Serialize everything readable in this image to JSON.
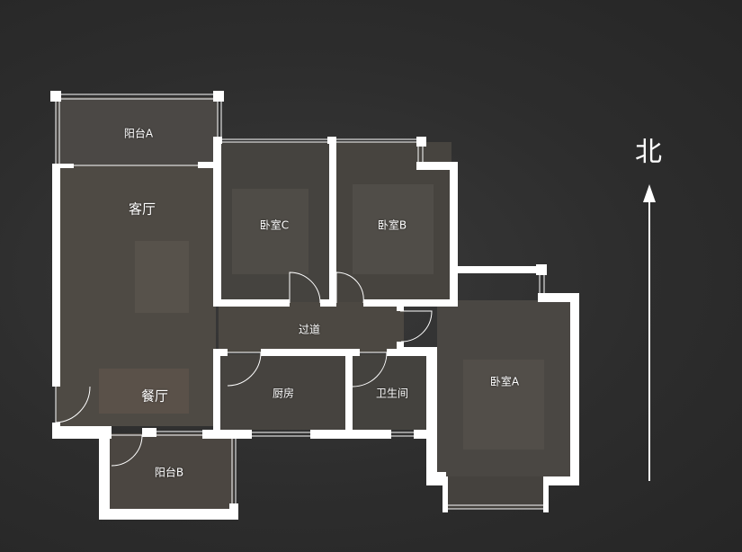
{
  "rooms": {
    "balcony_a": "阳台A",
    "living_room": "客厅",
    "bedroom_c": "卧室C",
    "bedroom_b": "卧室B",
    "corridor": "过道",
    "dining_room": "餐厅",
    "kitchen": "厨房",
    "bathroom": "卫生间",
    "bedroom_a": "卧室A",
    "balcony_b": "阳台B"
  },
  "compass": {
    "north": "北"
  },
  "colors": {
    "wall": "#ffffff",
    "background": "#2b2b2b",
    "floor": "#4a4642"
  }
}
